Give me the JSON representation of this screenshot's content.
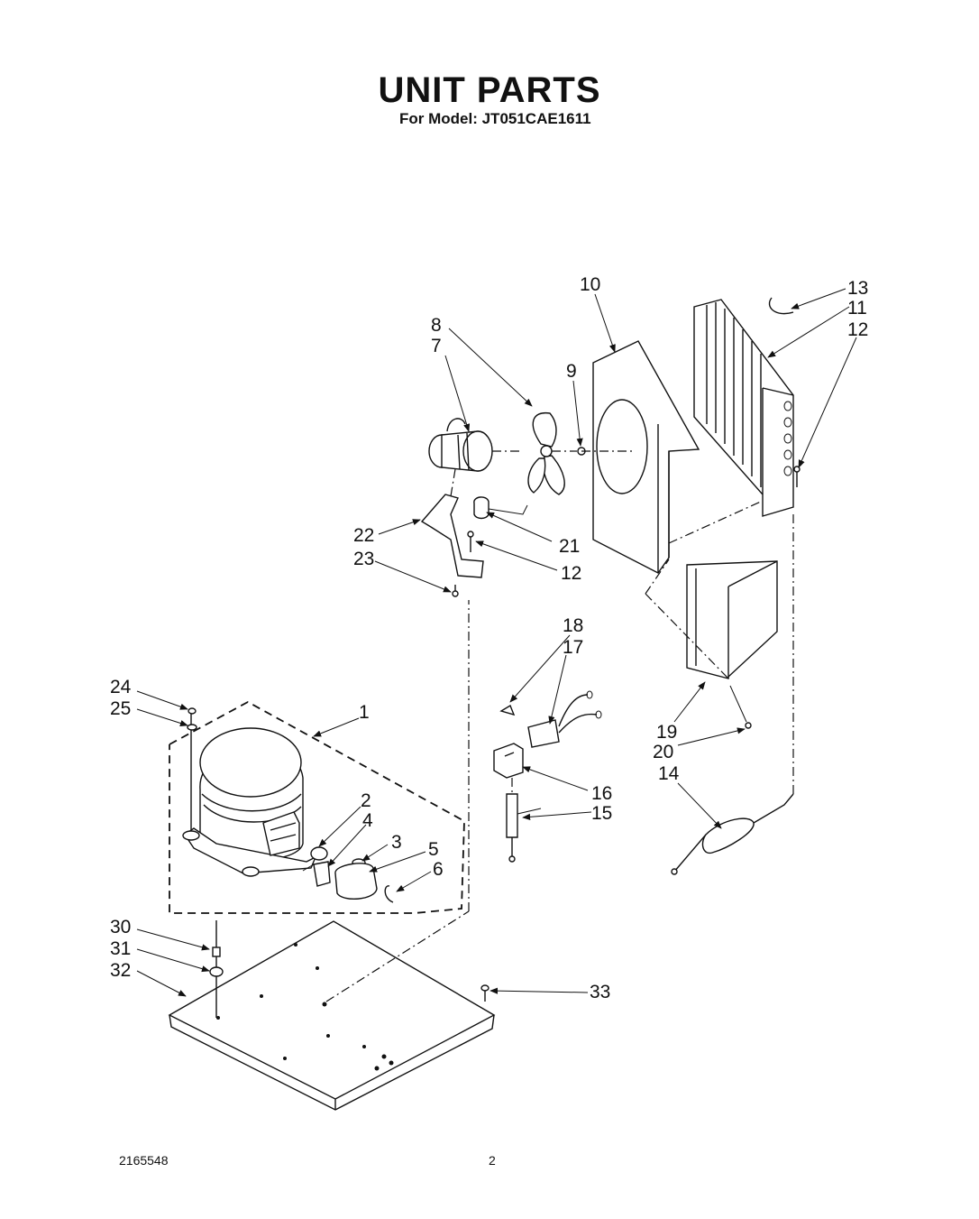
{
  "header": {
    "title": "UNIT PARTS",
    "subtitle": "For Model: JT051CAE1611"
  },
  "footer": {
    "doc_number": "2165548",
    "page_number": "2"
  },
  "callouts": {
    "c1": "1",
    "c2": "2",
    "c3": "3",
    "c4": "4",
    "c5": "5",
    "c6": "6",
    "c7": "7",
    "c8": "8",
    "c9": "9",
    "c10": "10",
    "c11": "11",
    "c12a": "12",
    "c12b": "12",
    "c13": "13",
    "c14": "14",
    "c15": "15",
    "c16": "16",
    "c17": "17",
    "c18": "18",
    "c19": "19",
    "c20": "20",
    "c21": "21",
    "c22": "22",
    "c23": "23",
    "c24": "24",
    "c25": "25",
    "c30": "30",
    "c31": "31",
    "c32": "32",
    "c33": "33"
  }
}
